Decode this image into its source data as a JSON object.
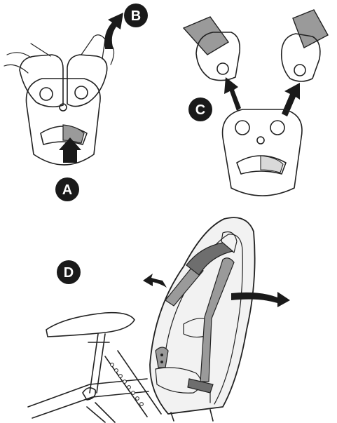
{
  "steps": {
    "a": {
      "label": "A"
    },
    "b": {
      "label": "B"
    },
    "c": {
      "label": "C"
    },
    "d": {
      "label": "D"
    }
  },
  "colors": {
    "ink": "#1a1a1a",
    "strap_gray": "#9a9a9a",
    "strap_dark": "#6e6e6e",
    "buckle_fill": "#d9d9d9",
    "seat_fill": "#f2f2f2"
  }
}
